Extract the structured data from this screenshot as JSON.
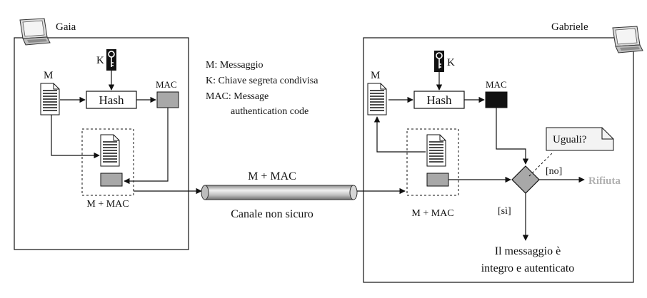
{
  "sender": {
    "name": "Gaia",
    "icon": "laptop-icon"
  },
  "receiver": {
    "name": "Gabriele",
    "icon": "laptop-icon"
  },
  "labels": {
    "m": "M",
    "k": "K",
    "hash": "Hash",
    "mac": "MAC",
    "m_plus_mac": "M + MAC"
  },
  "legend": {
    "line1": "M: Messaggio",
    "line2": "K: Chiave segreta condivisa",
    "line3": "MAC: Message",
    "line4": "authentication code"
  },
  "channel": {
    "top_label": "M + MAC",
    "bottom_label": "Canale non sicuro"
  },
  "decision": {
    "question": "Uguali?",
    "no_label": "[no]",
    "yes_label": "[sì]",
    "reject": "Rifiuta",
    "result_line1": "Il messaggio è",
    "result_line2": "integro e autenticato"
  },
  "colors": {
    "mac_sender": "#a8a8a8",
    "mac_computed": "#111111",
    "reject_text": "#b0b0b0",
    "diamond": "#a8a8a8",
    "pipe": "#c8c8c8"
  }
}
